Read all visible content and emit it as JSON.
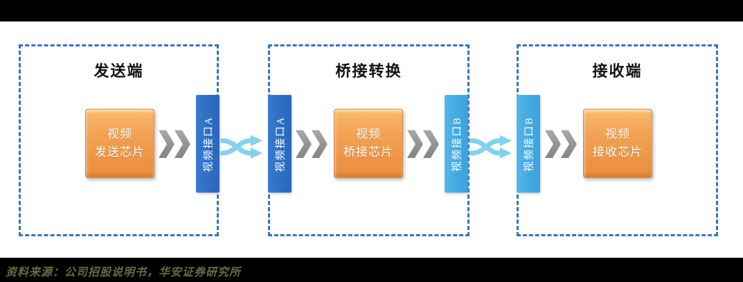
{
  "footer": {
    "source_text": "资料来源：公司招股说明书，华安证券研究所"
  },
  "colors": {
    "dashed_border_blue": "#3273c8",
    "port_dark_blue": "#2e70c6",
    "port_light_blue": "#44abe4",
    "chip_orange": "#ef9a4a",
    "chevron_gray": "#919191",
    "crossing_arrow_cyan": "#82d2ec",
    "footer_text_olive": "#6e6746",
    "bar_black": "#000000"
  },
  "diagram": {
    "sections": [
      {
        "title": "发送端",
        "chip": {
          "line1": "视频",
          "line2": "发送芯片"
        },
        "ports": [
          {
            "label": "视频接口A",
            "variant": "dark",
            "side": "right"
          }
        ]
      },
      {
        "title": "桥接转换",
        "chip": {
          "line1": "视频",
          "line2": "桥接芯片"
        },
        "ports": [
          {
            "label": "视频接口A",
            "variant": "dark",
            "side": "left"
          },
          {
            "label": "视频接口B",
            "variant": "light",
            "side": "right"
          }
        ]
      },
      {
        "title": "接收端",
        "chip": {
          "line1": "视频",
          "line2": "接收芯片"
        },
        "ports": [
          {
            "label": "视频接口B",
            "variant": "light",
            "side": "left"
          }
        ]
      }
    ]
  }
}
